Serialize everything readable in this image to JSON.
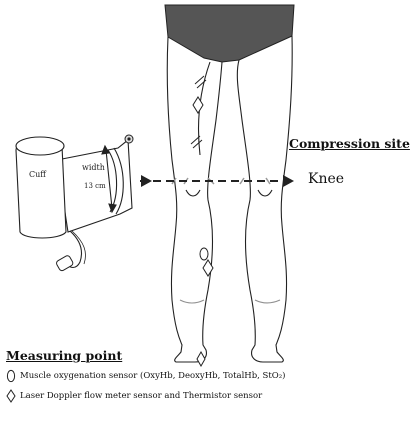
{
  "labels": {
    "compression_site": "Compression site",
    "knee": "Knee",
    "measuring_point": "Measuring point"
  },
  "cuff": {
    "name": "Cuff",
    "width_label": "width",
    "width_value": "13 cm"
  },
  "legend": [
    {
      "symbol": "oval-icon",
      "text": "Muscle oxygenation sensor (OxyHb, DeoxyHb, TotalHb, StO₂)"
    },
    {
      "symbol": "diamond-icon",
      "text": "Laser Doppler flow meter sensor and Thermistor sensor"
    }
  ]
}
